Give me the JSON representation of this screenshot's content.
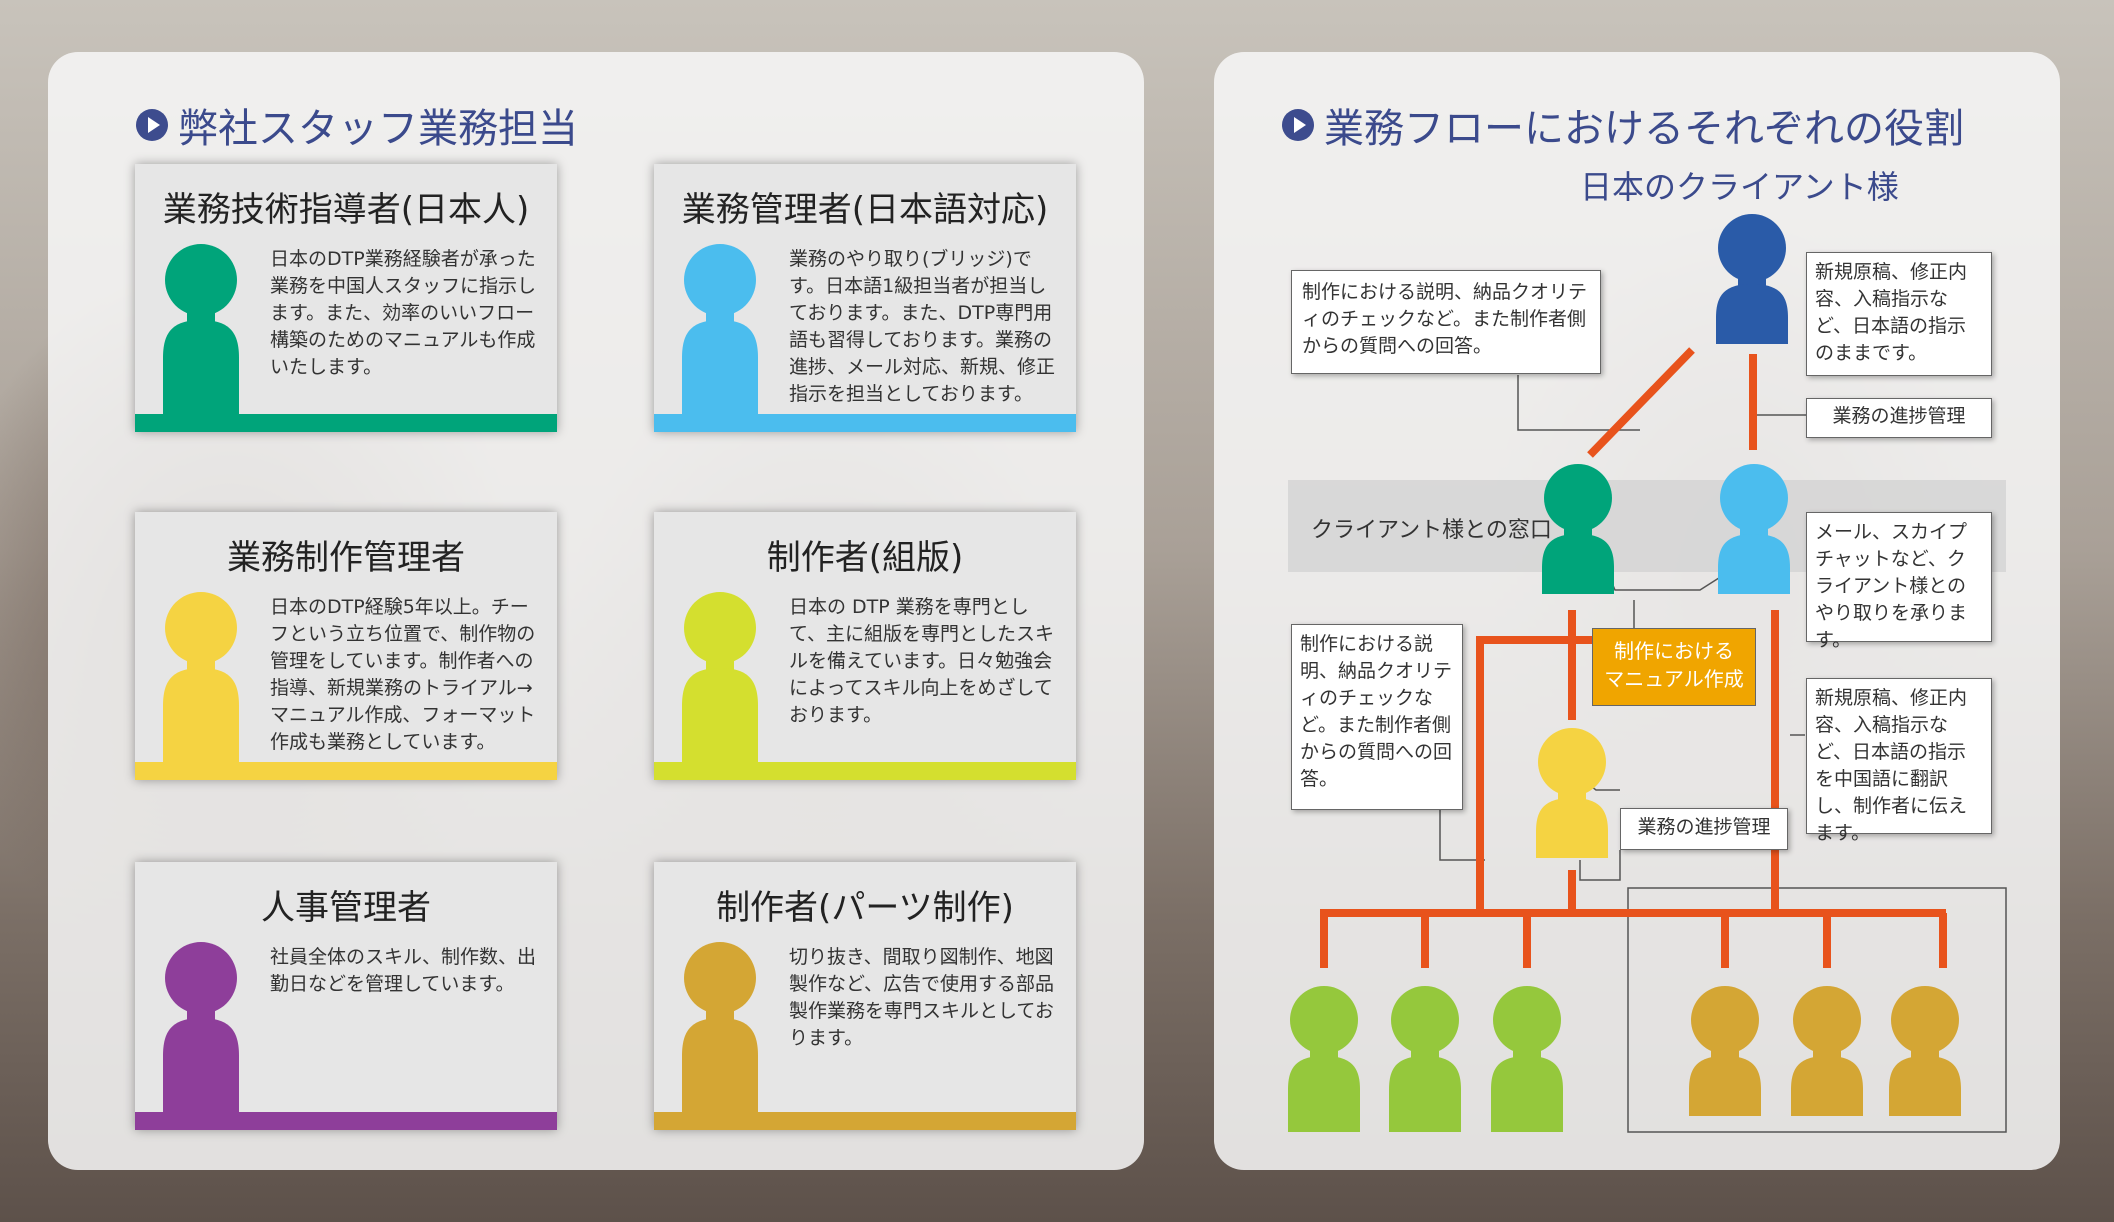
{
  "left_panel": {
    "heading": "弊社スタッフ業務担当",
    "cards": [
      {
        "title": "業務技術指導者(日本人)",
        "text": "日本のDTP業務経験者が承った業務を中国人スタッフに指示します。また、効率のいいフロー構築のためのマニュアルも作成いたします。",
        "color": "#00a47a"
      },
      {
        "title": "業務管理者(日本語対応)",
        "text": "業務のやり取り(ブリッジ)です。日本語1級担当者が担当しております。また、DTP専門用語も習得しております。業務の進捗、メール対応、新規、修正指示を担当としております。",
        "color": "#4bbdee"
      },
      {
        "title": "業務制作管理者",
        "text": "日本のDTP経験5年以上。チーフという立ち位置で、制作物の管理をしています。制作者への指導、新規業務のトライアル→マニュアル作成、フォーマット作成も業務としています。",
        "color": "#f5d342"
      },
      {
        "title": "制作者(組版)",
        "text": "日本の DTP 業務を専門として、主に組版を専門としたスキルを備えています。日々勉強会によってスキル向上をめざしております。",
        "color": "#d4df2f"
      },
      {
        "title": "人事管理者",
        "text": "社員全体のスキル、制作数、出勤日などを管理しています。",
        "color": "#8e3e9a"
      },
      {
        "title": "制作者(パーツ制作)",
        "text": "切り抜き、間取り図制作、地図製作など、広告で使用する部品製作業務を専門スキルとしております。",
        "color": "#d4a634"
      }
    ]
  },
  "right_panel": {
    "heading": "業務フローにおけるそれぞれの役割",
    "client_label": "日本のクライアント様",
    "contact_label": "クライアント様との窓口",
    "manual_box": "制作における\nマニュアル作成",
    "notes": {
      "top_left": "制作における説明、納品クオリティのチェックなど。また制作者側からの質問への回答。",
      "top_right": "新規原稿、修正内容、入稿指示など、日本語の指示のままです。",
      "progress_top": "業務の進捗管理",
      "mid_right": "メール、スカイプチャットなど、クライアント様とのやり取りを承ります。",
      "mid_left": "制作における説明、納品クオリティのチェックなど。また制作者側からの質問への回答。",
      "lower_right": "新規原稿、修正内容、入稿指示など、日本語の指示を中国語に翻訳し、制作者に伝えます。",
      "progress_bottom": "業務の進捗管理"
    },
    "colors": {
      "client": "#2a5ba8",
      "supervisor": "#00a47a",
      "manager": "#4bbdee",
      "production_manager": "#f5d342",
      "typesetter": "#95c83c",
      "parts_maker": "#d4a634",
      "flow_line": "#e8531c",
      "accent_box": "#f0a500"
    }
  }
}
